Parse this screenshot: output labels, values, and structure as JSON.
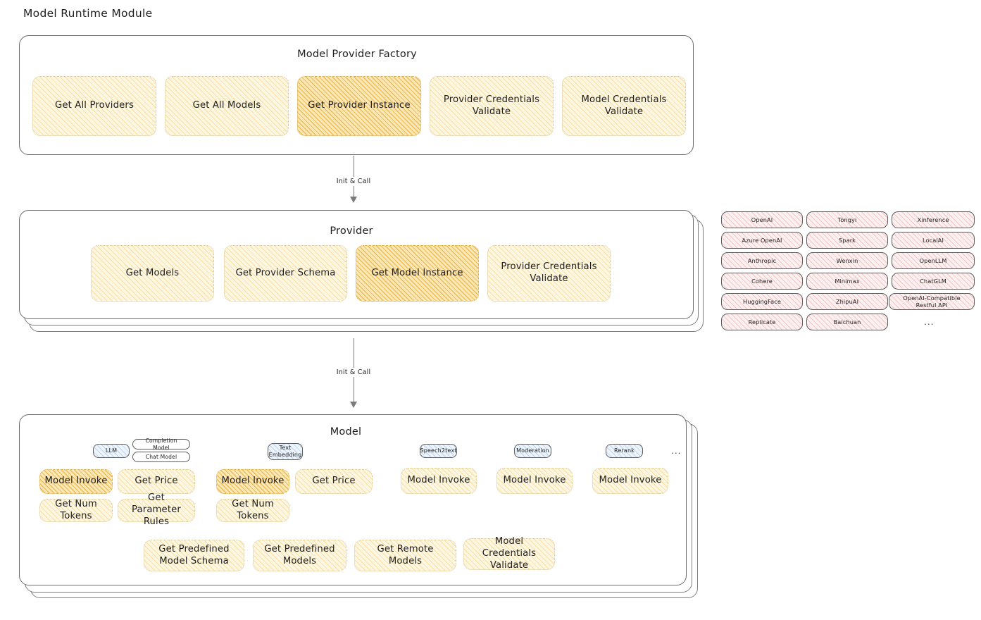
{
  "page": {
    "title": "Model Runtime Module"
  },
  "arrows": [
    {
      "label": "Init & Call"
    },
    {
      "label": "Init & Call"
    }
  ],
  "factory": {
    "title": "Model Provider Factory",
    "nodes": [
      {
        "label": "Get All Providers",
        "highlight": false
      },
      {
        "label": "Get All Models",
        "highlight": false
      },
      {
        "label": "Get Provider Instance",
        "highlight": true
      },
      {
        "label": "Provider Credentials Validate",
        "highlight": false
      },
      {
        "label": "Model Credentials Validate",
        "highlight": false
      }
    ]
  },
  "provider": {
    "title": "Provider",
    "nodes": [
      {
        "label": "Get Models",
        "highlight": false
      },
      {
        "label": "Get Provider Schema",
        "highlight": false
      },
      {
        "label": "Get Model Instance",
        "highlight": true
      },
      {
        "label": "Provider Credentials Validate",
        "highlight": false
      }
    ]
  },
  "provider_list": {
    "columns": [
      [
        "OpenAI",
        "Azure OpenAI",
        "Anthropic",
        "Cohere",
        "HuggingFace",
        "Replicate"
      ],
      [
        "Tongyi",
        "Spark",
        "Wenxin",
        "Minimax",
        "ZhipuAI",
        "Baichuan"
      ],
      [
        "Xinference",
        "LocalAI",
        "OpenLLM",
        "ChatGLM",
        "OpenAI-Compatible Restful API"
      ]
    ],
    "more": "..."
  },
  "model": {
    "title": "Model",
    "more": "...",
    "groups": [
      {
        "tag": "LLM",
        "subtags": [
          "Completion Model",
          "Chat Model"
        ],
        "nodes": [
          {
            "label": "Model Invoke",
            "highlight": true
          },
          {
            "label": "Get Price",
            "highlight": false
          },
          {
            "label": "Get Num Tokens",
            "highlight": false
          },
          {
            "label": "Get Parameter Rules",
            "highlight": false
          }
        ]
      },
      {
        "tag": "Text Embedding",
        "subtags": [],
        "nodes": [
          {
            "label": "Model Invoke",
            "highlight": true
          },
          {
            "label": "Get Price",
            "highlight": false
          },
          {
            "label": "Get Num Tokens",
            "highlight": false
          }
        ]
      },
      {
        "tag": "Speech2text",
        "subtags": [],
        "nodes": [
          {
            "label": "Model Invoke",
            "highlight": false
          }
        ]
      },
      {
        "tag": "Moderation",
        "subtags": [],
        "nodes": [
          {
            "label": "Model Invoke",
            "highlight": false
          }
        ]
      },
      {
        "tag": "Rerank",
        "subtags": [],
        "nodes": [
          {
            "label": "Model Invoke",
            "highlight": false
          }
        ]
      }
    ],
    "common_nodes": [
      {
        "label": "Get Predefined Model Schema"
      },
      {
        "label": "Get Predefined Models"
      },
      {
        "label": "Get Remote Models"
      },
      {
        "label": "Model Credentials Validate"
      }
    ]
  },
  "colors": {
    "fill_yellow": "#fdf6e3",
    "fill_orange": "#fbe8b8",
    "fill_pink": "#fdf0f0",
    "fill_blue": "#eef4fb",
    "stroke": "#6b6b6b",
    "text": "#1e1e1e"
  }
}
